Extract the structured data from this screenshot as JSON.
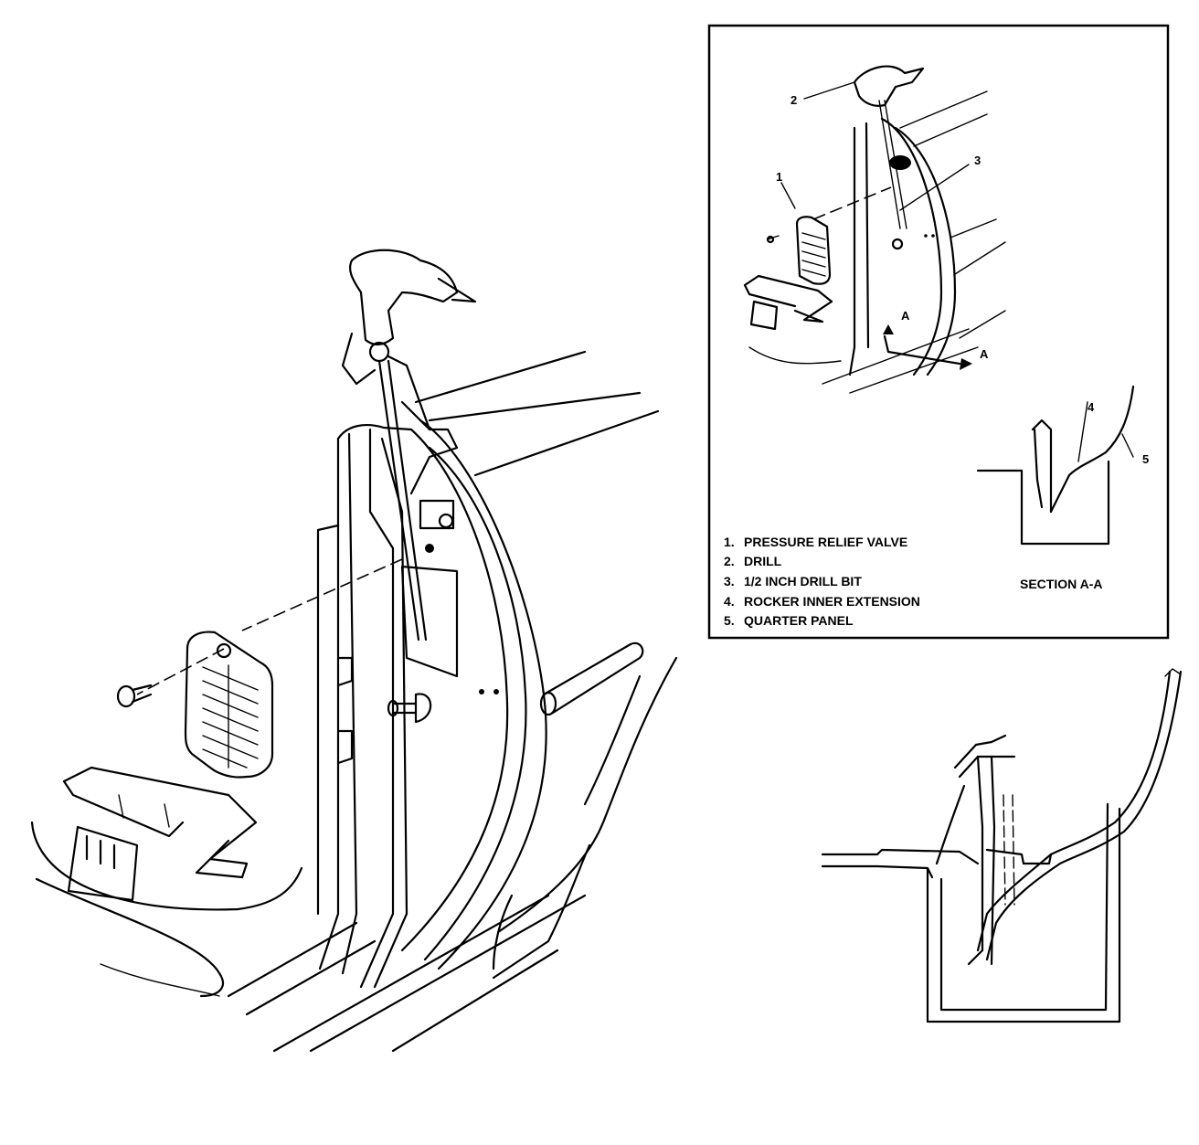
{
  "inset": {
    "callouts": [
      "1",
      "2",
      "3",
      "4",
      "5"
    ],
    "section_marks": [
      "A",
      "A"
    ],
    "legend": [
      {
        "num": "1.",
        "text": "PRESSURE RELIEF VALVE"
      },
      {
        "num": "2.",
        "text": "DRILL"
      },
      {
        "num": "3.",
        "text": "1/2 INCH DRILL BIT"
      },
      {
        "num": "4.",
        "text": "ROCKER INNER EXTENSION"
      },
      {
        "num": "5.",
        "text": "QUARTER PANEL"
      }
    ],
    "section_label": "SECTION A-A"
  }
}
